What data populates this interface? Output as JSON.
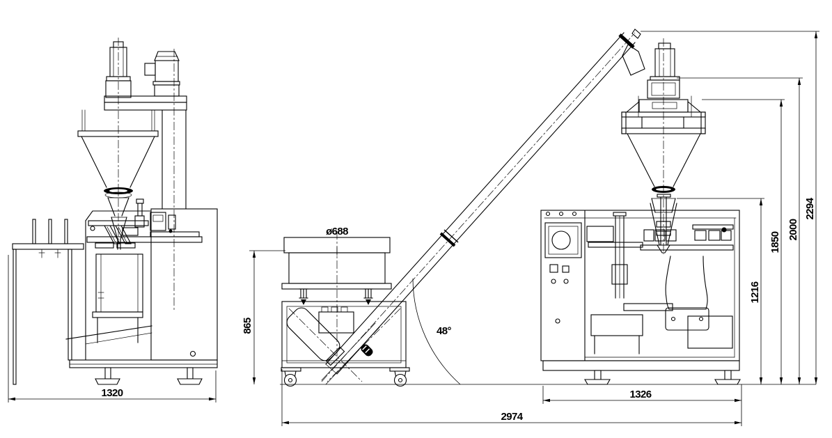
{
  "style": {
    "line_color": "#000000",
    "background_color": "#ffffff"
  },
  "dimensions": {
    "front_width": "1320",
    "hopper_diameter": "ø688",
    "feeder_height": "865",
    "conveyor_angle": "48°",
    "overall_width": "2974",
    "end_width": "1326",
    "platform_height": "1216",
    "filler_height": "1850",
    "motor_height": "2000",
    "overall_height": "2294"
  }
}
